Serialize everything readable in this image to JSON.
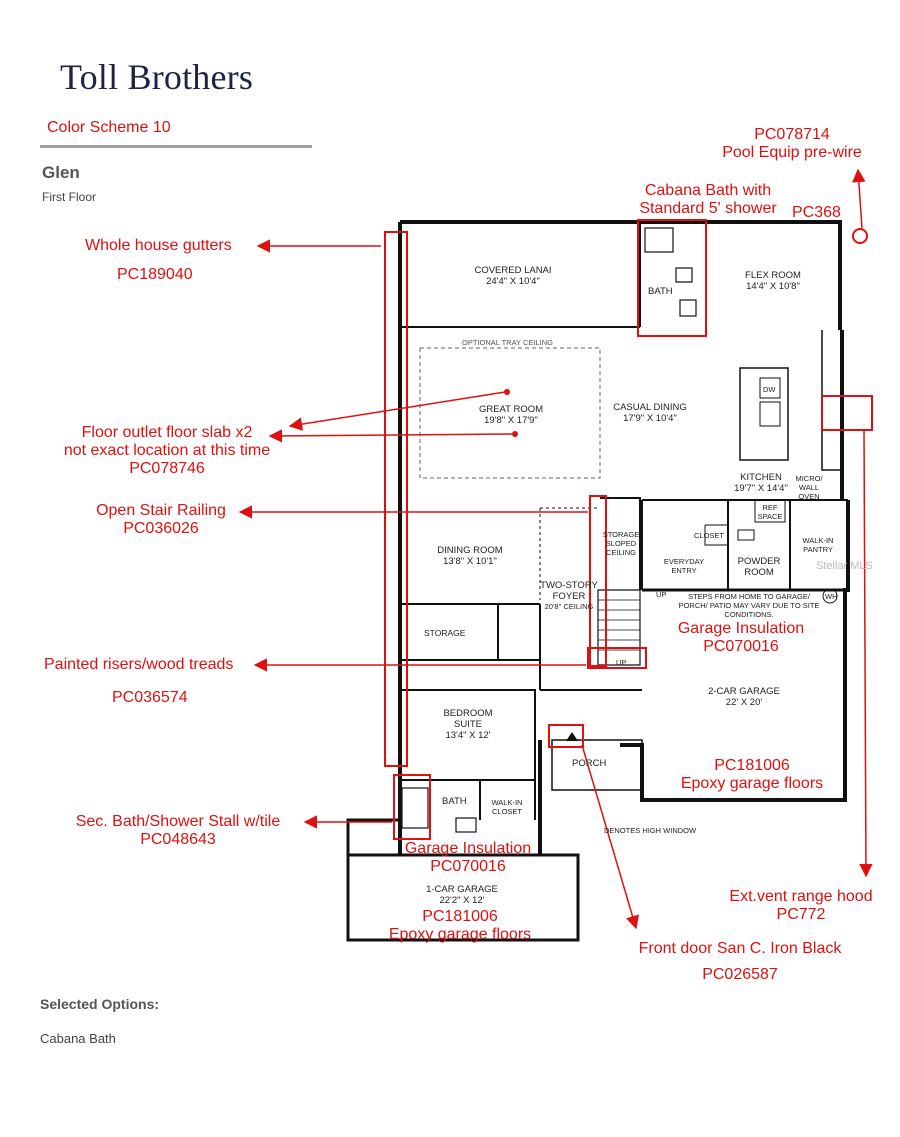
{
  "header": {
    "brand": "Toll Brothers",
    "color_scheme": "Color Scheme 10",
    "model_name": "Glen",
    "floor_label": "First Floor"
  },
  "rooms": {
    "covered_lanai": {
      "name": "COVERED LANAI",
      "size": "24'4\" X 10'4\""
    },
    "flex_room": {
      "name": "FLEX ROOM",
      "size": "14'4\" X 10'8\""
    },
    "bath_cabana": "BATH",
    "tray_ceiling": "OPTIONAL TRAY CEILING",
    "great_room": {
      "name": "GREAT ROOM",
      "size": "19'8\" X 17'9\""
    },
    "casual_dining": {
      "name": "CASUAL DINING",
      "size": "17'9\" X 10'4\""
    },
    "dw": "DW",
    "kitchen": {
      "name": "KITCHEN",
      "size": "19'7\" X 14'4\""
    },
    "micro_wall_oven": "MICRO/ WALL OVEN",
    "ref_space": "REF SPACE",
    "storage_sloped": "STORAGE SLOPED CEILING",
    "closet": "CLOSET",
    "everyday_entry": "EVERYDAY ENTRY",
    "powder_room": "POWDER ROOM",
    "walk_in_pantry": "WALK-IN PANTRY",
    "dining_room": {
      "name": "DINING ROOM",
      "size": "13'8\" X 10'1\""
    },
    "two_story_foyer": {
      "name": "TWO-STORY FOYER",
      "size": "20'8\" CEILING"
    },
    "storage": "STORAGE",
    "steps_note": "STEPS FROM HOME TO GARAGE/ PORCH/ PATIO MAY VARY DUE TO SITE CONDITIONS.",
    "wh": "WH",
    "up_1": "UP",
    "up_2": "UP",
    "two_car_garage": {
      "name": "2-CAR GARAGE",
      "size": "22' X 20'"
    },
    "bedroom_suite": {
      "name": "BEDROOM SUITE",
      "size": "13'4\" X 12'"
    },
    "bath_bed": "BATH",
    "walk_in_closet": "WALK-IN CLOSET",
    "porch": "PORCH",
    "high_window_note": "DENOTES HIGH WINDOW",
    "one_car_garage": {
      "name": "1-CAR GARAGE",
      "size": "22'2\" X 12'"
    }
  },
  "annotations": {
    "pool_equip": {
      "code": "PC078714",
      "text": "Pool Equip pre-wire"
    },
    "cabana_bath": {
      "line1": "Cabana Bath with",
      "line2": "Standard 5' shower",
      "code": "PC368"
    },
    "gutters": {
      "text": "Whole house gutters",
      "code": "PC189040"
    },
    "floor_outlet": {
      "line1": "Floor outlet floor slab x2",
      "line2": "not exact location at this time",
      "code": "PC078746"
    },
    "stair_railing": {
      "text": "Open Stair Railing",
      "code": "PC036026"
    },
    "painted_risers": {
      "text": "Painted risers/wood treads",
      "code": "PC036574"
    },
    "garage_insulation_2car": {
      "text": "Garage Insulation",
      "code": "PC070016"
    },
    "epoxy_2car": {
      "code": "PC181006",
      "text": "Epoxy garage floors"
    },
    "sec_bath": {
      "text": "Sec. Bath/Shower Stall w/tile",
      "code": "PC048643"
    },
    "garage_insulation_1car": {
      "text": "Garage Insulation",
      "code": "PC070016"
    },
    "epoxy_1car": {
      "code": "PC181006",
      "text": "Epoxy garage floors"
    },
    "range_hood": {
      "text": "Ext.vent range hood",
      "code": "PC772"
    },
    "front_door": {
      "text": "Front door San C. Iron Black",
      "code": "PC026587"
    }
  },
  "footer": {
    "selected_options_label": "Selected Options:",
    "selected_options": [
      "Cabana Bath"
    ]
  },
  "watermark": "Stellar MLS",
  "colors": {
    "brand_navy": "#1d2340",
    "annotation_red": "#e01010",
    "wall": "#111111"
  }
}
